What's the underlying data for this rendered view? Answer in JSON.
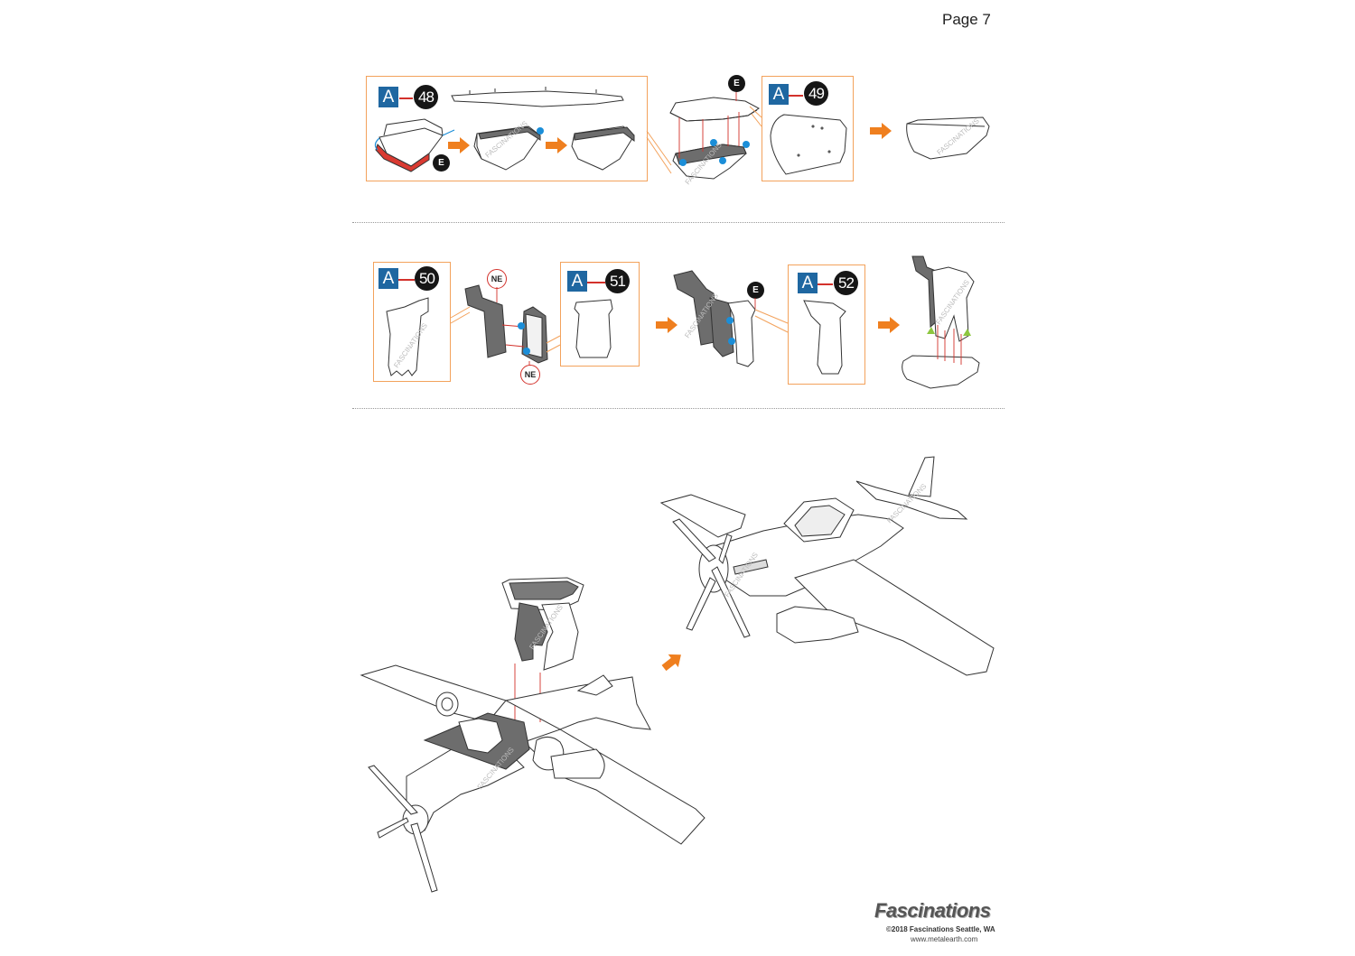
{
  "page": {
    "number_label": "Page 7"
  },
  "steps": [
    {
      "sheet": "A",
      "part": "48",
      "connector_tag": "E"
    },
    {
      "sheet": "A",
      "part": "49",
      "connector_tag": "E"
    },
    {
      "sheet": "A",
      "part": "50",
      "connector_tags": [
        "NE",
        "NE"
      ]
    },
    {
      "sheet": "A",
      "part": "51"
    },
    {
      "sheet": "A",
      "part": "52",
      "connector_tag": "E"
    }
  ],
  "watermark": "FASCINATIONS",
  "footer": {
    "brand": "Fascinations",
    "copyright": "©2018 Fascinations Seattle, WA",
    "website": "www.metalearth.com"
  },
  "colors": {
    "box_border": "#f3a25c",
    "arrow": "#ef7f1f",
    "sheet_badge": "#1f67a1",
    "marker_dot": "#1b8ed8",
    "guide_line": "#d3312b",
    "part_fill": "#6d6d6d",
    "alignment_triangle": "#8dc63f"
  }
}
